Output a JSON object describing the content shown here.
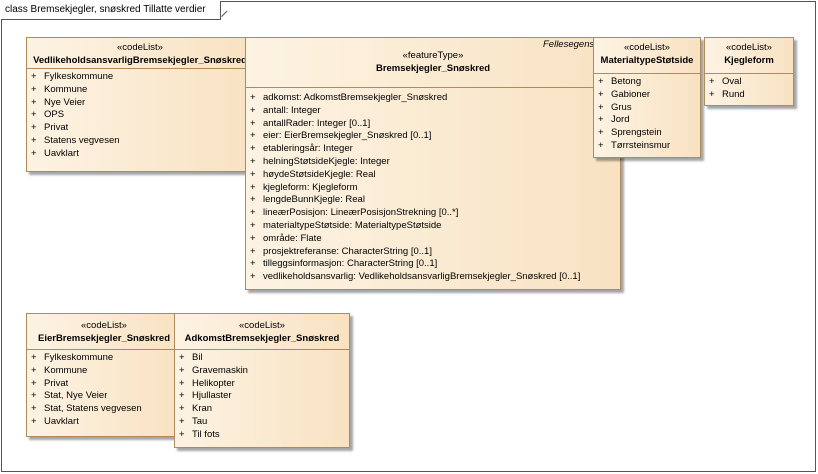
{
  "diagram": {
    "title": "class Bremsekjegler, snøskred Tillatte verdier"
  },
  "classes": {
    "vedlikehold": {
      "stereotype": "«codeList»",
      "name": "VedlikeholdsansvarligBremsekjegler_Snøskred",
      "values": [
        "Fylkeskommune",
        "Kommune",
        "Nye Veier",
        "OPS",
        "Privat",
        "Statens vegvesen",
        "Uavklart"
      ]
    },
    "bremsekjegler": {
      "package": "Fellesegenskaper",
      "stereotype": "«featureType»",
      "name": "Bremsekjegler_Snøskred",
      "attributes": [
        "adkomst: AdkomstBremsekjegler_Snøskred",
        "antall: Integer",
        "antallRader: Integer [0..1]",
        "eier: EierBremsekjegler_Snøskred [0..1]",
        "etableringsår: Integer",
        "helningStøtsideKjegle: Integer",
        "høydeStøtsideKjegle: Real",
        "kjegleform: Kjegleform",
        "lengdeBunnKjegle: Real",
        "lineærPosisjon: LineærPosisjonStrekning [0..*]",
        "materialtypeStøtside: MaterialtypeStøtside",
        "område: Flate",
        "prosjektreferanse: CharacterString [0..1]",
        "tilleggsinformasjon: CharacterString [0..1]",
        "vedlikeholdsansvarlig: VedlikeholdsansvarligBremsekjegler_Snøskred [0..1]"
      ]
    },
    "materialtype": {
      "stereotype": "«codeList»",
      "name": "MaterialtypeStøtside",
      "values": [
        "Betong",
        "Gabioner",
        "Grus",
        "Jord",
        "Sprengstein",
        "Tørrsteinsmur"
      ]
    },
    "kjegleform": {
      "stereotype": "«codeList»",
      "name": "Kjegleform",
      "values": [
        "Oval",
        "Rund"
      ]
    },
    "eier": {
      "stereotype": "«codeList»",
      "name": "EierBremsekjegler_Snøskred",
      "values": [
        "Fylkeskommune",
        "Kommune",
        "Privat",
        "Stat, Nye Veier",
        "Stat, Statens vegvesen",
        "Uavklart"
      ]
    },
    "adkomst": {
      "stereotype": "«codeList»",
      "name": "AdkomstBremsekjegler_Snøskred",
      "values": [
        "Bil",
        "Gravemaskin",
        "Helikopter",
        "Hjullaster",
        "Kran",
        "Tau",
        "Til fots"
      ]
    }
  },
  "visibility_marker": "+",
  "colors": {
    "box_fill_left": "#fdf3e3",
    "box_fill_right": "#f8e2c2",
    "box_border": "#b08a5a"
  }
}
